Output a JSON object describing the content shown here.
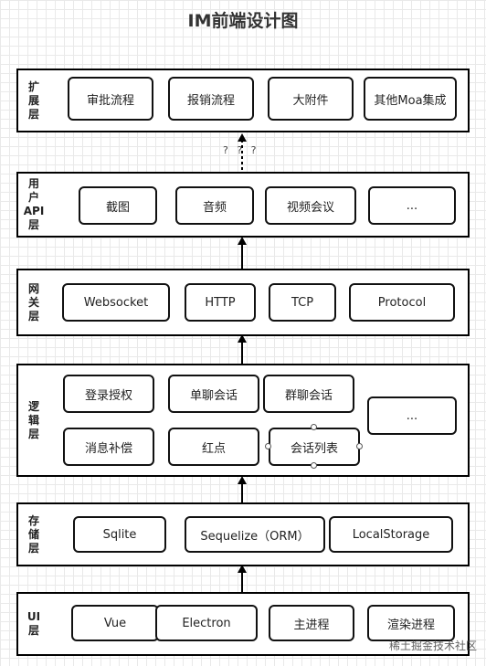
{
  "title": "IM前端设计图",
  "layers": {
    "extension": {
      "label": [
        "扩",
        "展",
        "层"
      ],
      "items": [
        "审批流程",
        "报销流程",
        "大附件",
        "其他Moa集成"
      ]
    },
    "user_api": {
      "label": [
        "用",
        "户",
        "API",
        "层"
      ],
      "items": [
        "截图",
        "音频",
        "视频会议",
        "..."
      ]
    },
    "gateway": {
      "label": [
        "网",
        "关",
        "层"
      ],
      "items": [
        "Websocket",
        "HTTP",
        "TCP",
        "Protocol"
      ]
    },
    "logic": {
      "label": [
        "逻",
        "辑",
        "层"
      ],
      "items": [
        "登录授权",
        "单聊会话",
        "群聊会话",
        "消息补偿",
        "红点",
        "会话列表",
        "..."
      ]
    },
    "storage": {
      "label": [
        "存",
        "储",
        "层"
      ],
      "items": [
        "Sqlite",
        "Sequelize（ORM）",
        "LocalStorage"
      ]
    },
    "ui": {
      "label": [
        "UI",
        "层"
      ],
      "items": [
        "Vue",
        "Electron",
        "主进程",
        "渲染进程"
      ]
    }
  },
  "connector_label": "? ? ?",
  "watermark": "稀土掘金技术社区"
}
